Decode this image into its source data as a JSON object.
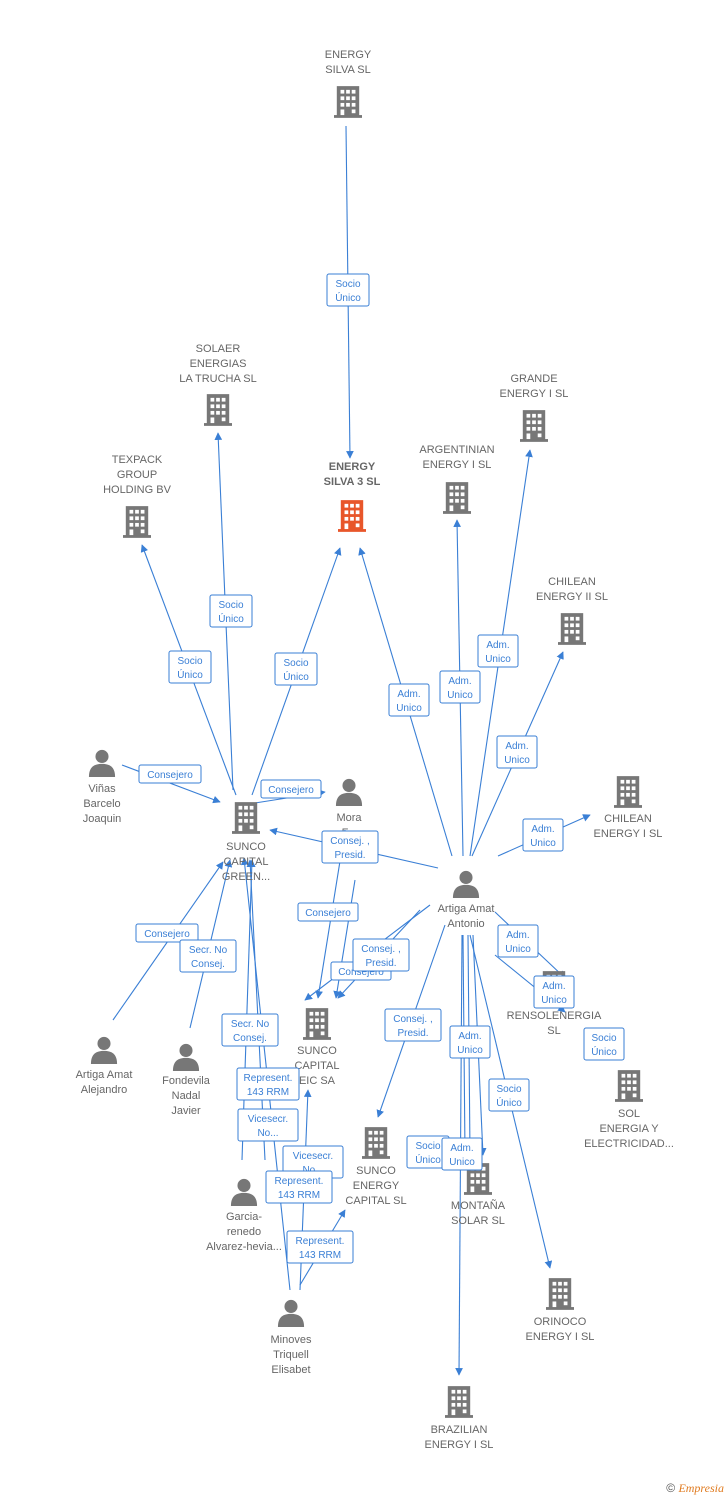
{
  "colors": {
    "edge": "#3a7fd5",
    "node": "#777777",
    "focus": "#e8562a"
  },
  "footer": {
    "copyright": "©",
    "brand": "Empresia"
  },
  "nodes": [
    {
      "id": "n0",
      "kind": "company",
      "label": [
        "ENERGY",
        "SILVA  SL"
      ]
    },
    {
      "id": "n1",
      "kind": "company",
      "focus": true,
      "label": [
        "ENERGY",
        "SILVA 3  SL"
      ]
    },
    {
      "id": "n2",
      "kind": "company",
      "label": [
        "SOLAER",
        "ENERGIAS",
        "LA TRUCHA  SL"
      ]
    },
    {
      "id": "n3",
      "kind": "company",
      "label": [
        "TEXPACK",
        "GROUP",
        "HOLDING BV"
      ]
    },
    {
      "id": "n4",
      "kind": "company",
      "label": [
        "GRANDE",
        "ENERGY I  SL"
      ]
    },
    {
      "id": "n5",
      "kind": "company",
      "label": [
        "ARGENTINIAN",
        "ENERGY I  SL"
      ]
    },
    {
      "id": "n6",
      "kind": "company",
      "label": [
        "CHILEAN",
        "ENERGY II  SL"
      ]
    },
    {
      "id": "n7",
      "kind": "company",
      "label": [
        "CHILEAN",
        "ENERGY I  SL"
      ]
    },
    {
      "id": "n8",
      "kind": "person",
      "label": [
        "Viñas",
        "Barcelo",
        "Joaquin"
      ]
    },
    {
      "id": "n9",
      "kind": "company",
      "label": [
        "SUNCO",
        "CAPITAL",
        "GREEN..."
      ]
    },
    {
      "id": "n10",
      "kind": "person",
      "label": [
        "Mora",
        "F..."
      ]
    },
    {
      "id": "n11",
      "kind": "person",
      "label": [
        "Artiga Amat",
        "Antonio"
      ]
    },
    {
      "id": "n12",
      "kind": "company",
      "label": [
        "SUNCO",
        "CAPITAL",
        "EIC SA"
      ]
    },
    {
      "id": "n13",
      "kind": "company",
      "label": [
        "RENSOLENERGIA",
        "SL"
      ]
    },
    {
      "id": "n14",
      "kind": "person",
      "label": [
        "Artiga Amat",
        "Alejandro"
      ]
    },
    {
      "id": "n15",
      "kind": "person",
      "label": [
        "Fondevila",
        "Nadal",
        "Javier"
      ]
    },
    {
      "id": "n16",
      "kind": "company",
      "label": [
        "SOL",
        "ENERGIA Y",
        "ELECTRICIDAD..."
      ]
    },
    {
      "id": "n17",
      "kind": "company",
      "label": [
        "SUNCO",
        "ENERGY",
        "CAPITAL  SL"
      ]
    },
    {
      "id": "n18",
      "kind": "company",
      "label": [
        "MONTAÑA",
        "SOLAR  SL"
      ]
    },
    {
      "id": "n19",
      "kind": "person",
      "label": [
        "Garcia-",
        "renedo",
        "Alvarez-hevia..."
      ]
    },
    {
      "id": "n20",
      "kind": "company",
      "label": [
        "ORINOCO",
        "ENERGY I  SL"
      ]
    },
    {
      "id": "n21",
      "kind": "person",
      "label": [
        "Minoves",
        "Triquell",
        "Elisabet"
      ]
    },
    {
      "id": "n22",
      "kind": "company",
      "label": [
        "BRAZILIAN",
        "ENERGY I  SL"
      ]
    }
  ],
  "badges": [
    [
      "Socio",
      "Único"
    ],
    [
      "Socio",
      "Único"
    ],
    [
      "Socio",
      "Único"
    ],
    [
      "Socio",
      "Único"
    ],
    [
      "Consejero"
    ],
    [
      "Consejero"
    ],
    [
      "Adm.",
      "Unico"
    ],
    [
      "Adm.",
      "Unico"
    ],
    [
      "Adm.",
      "Unico"
    ],
    [
      "Adm.",
      "Unico"
    ],
    [
      "Adm.",
      "Unico"
    ],
    [
      "Consej. ,",
      "Presid."
    ],
    [
      "Consejero"
    ],
    [
      "Consejero"
    ],
    [
      "Consej. ,",
      "Presid."
    ],
    [
      "Consejero"
    ],
    [
      "Secr.  No",
      "Consej."
    ],
    [
      "Adm.",
      "Unico"
    ],
    [
      "Adm.",
      "Unico"
    ],
    [
      "Secr.  No",
      "Consej."
    ],
    [
      "Consej. ,",
      "Presid."
    ],
    [
      "Adm.",
      "Unico"
    ],
    [
      "Socio",
      "Único"
    ],
    [
      "Represent.",
      "143 RRM"
    ],
    [
      "Socio",
      "Único"
    ],
    [
      "Vicesecr.",
      "No..."
    ],
    [
      "Socio",
      "Único"
    ],
    [
      "Adm.",
      "Unico"
    ],
    [
      "Vicesecr.",
      "No..."
    ],
    [
      "Represent.",
      "143 RRM"
    ],
    [
      "Represent.",
      "143 RRM"
    ]
  ]
}
